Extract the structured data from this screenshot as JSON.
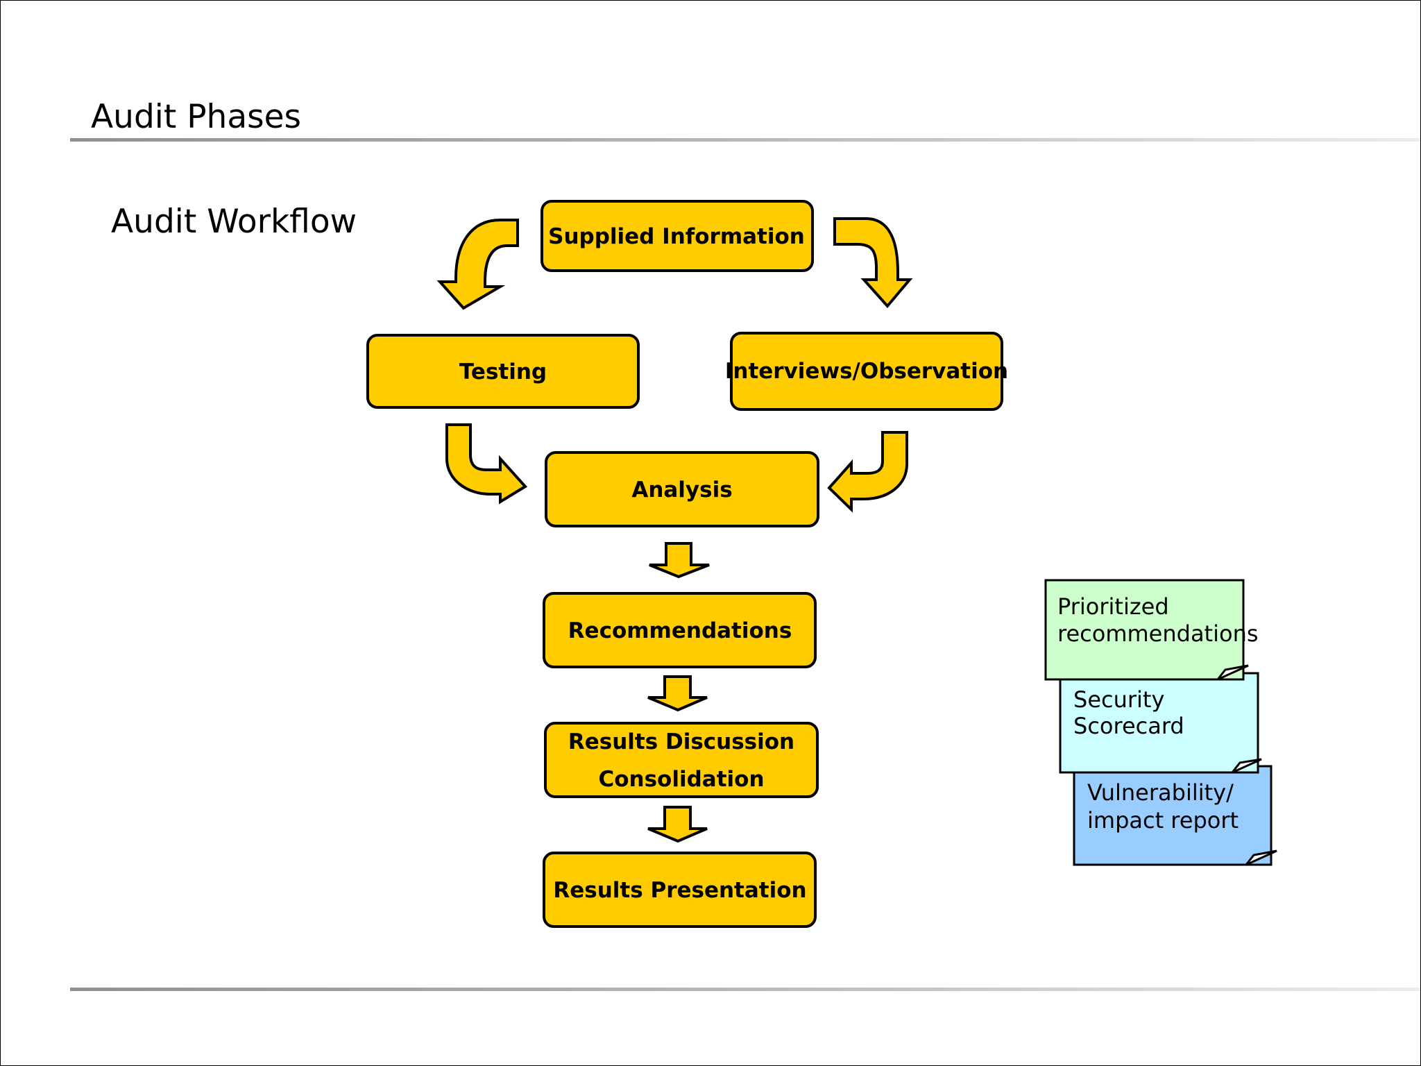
{
  "slide": {
    "title": "Audit Phases",
    "subtitle": "Audit Workflow"
  },
  "workflow": {
    "supplied_information": "Supplied Information",
    "testing": "Testing",
    "interviews_observation": "Interviews/Observation",
    "analysis": "Analysis",
    "recommendations": "Recommendations",
    "results_discussion_line1": "Results Discussion",
    "results_discussion_line2": "Consolidation",
    "results_presentation": "Results Presentation"
  },
  "deliverables": {
    "prioritized_line1": "Prioritized",
    "prioritized_line2": "recommendations",
    "scorecard_line1": "Security",
    "scorecard_line2": "Scorecard",
    "vulnerability_line1": "Vulnerability/",
    "vulnerability_line2": "impact report"
  },
  "colors": {
    "box_fill": "#FFCC00",
    "outline": "#000000",
    "note_green": "#CCFFCC",
    "note_cyan": "#CCFFFF",
    "note_blue": "#99CCFF"
  }
}
